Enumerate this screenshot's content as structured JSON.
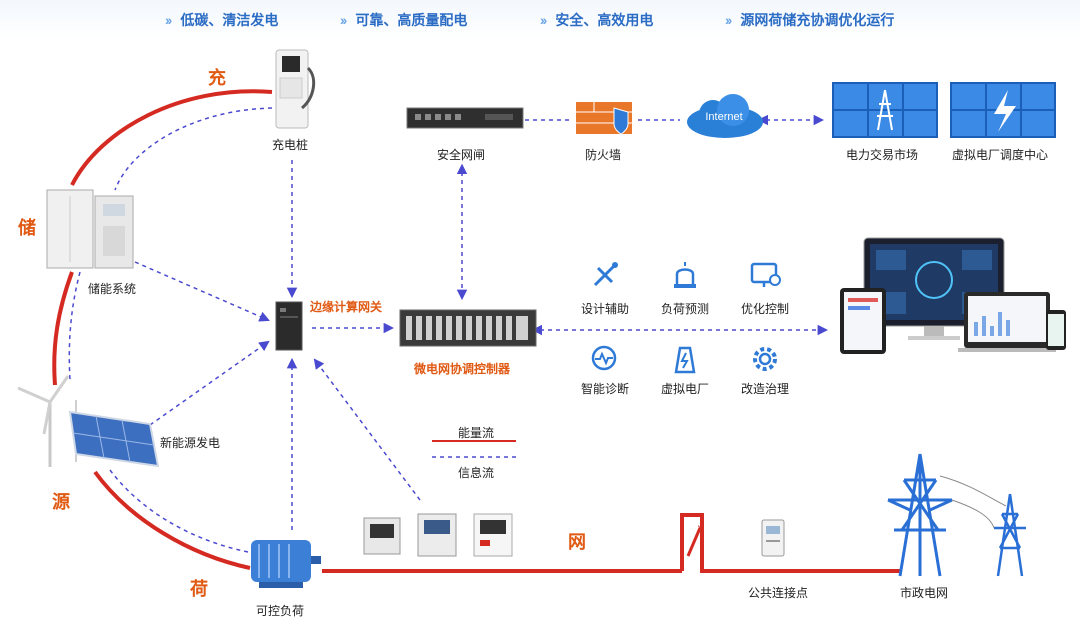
{
  "banner": [
    {
      "text": "低碳、清洁发电"
    },
    {
      "text": "可靠、高质量配电"
    },
    {
      "text": "安全、高效用电"
    },
    {
      "text": "源网荷储充协调优化运行"
    }
  ],
  "side_labels": {
    "charge": "充",
    "storage": "储",
    "source": "源",
    "load": "荷",
    "grid": "网"
  },
  "nodes": {
    "charging_pile": "充电桩",
    "storage_system": "储能系统",
    "new_energy": "新能源发电",
    "controllable_load": "可控负荷",
    "edge_gateway": "边缘计算网关",
    "microgrid_controller": "微电网协调控制器",
    "security_gateway": "安全网闸",
    "firewall": "防火墙",
    "internet": "Internet",
    "power_market": "电力交易市场",
    "vpp_center": "虚拟电厂调度中心",
    "pcc": "公共连接点",
    "municipal_grid": "市政电网"
  },
  "functions": [
    {
      "label": "设计辅助",
      "icon": "ruler-pencil-icon"
    },
    {
      "label": "负荷预测",
      "icon": "alarm-light-icon"
    },
    {
      "label": "优化控制",
      "icon": "monitor-settings-icon"
    },
    {
      "label": "智能诊断",
      "icon": "diagnosis-icon"
    },
    {
      "label": "虚拟电厂",
      "icon": "power-plant-icon"
    },
    {
      "label": "改造治理",
      "icon": "gear-icon"
    }
  ],
  "legend": {
    "energy_flow": "能量流",
    "info_flow": "信息流"
  },
  "colors": {
    "energy": "#d42a22",
    "info": "#4a4ad0",
    "accent": "#e05a14",
    "banner": "#2b6cc4",
    "icon": "#2f7ad6"
  }
}
